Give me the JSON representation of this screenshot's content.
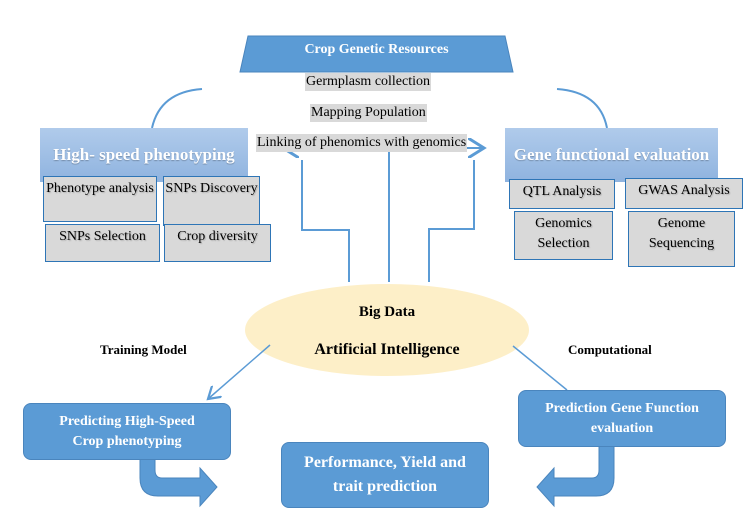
{
  "top": {
    "title": "Crop Genetic Resources",
    "items": [
      "Germplasm collection",
      "Mapping Population",
      "Linking of phenomics with genomics"
    ]
  },
  "left": {
    "title": "High- speed phenotyping",
    "boxes": [
      "Phenotype analysis",
      "SNPs Discovery",
      "SNPs Selection",
      "Crop diversity"
    ]
  },
  "right": {
    "title": "Gene functional evaluation",
    "boxes": [
      "QTL Analysis",
      "GWAS Analysis",
      "Genomics Selection",
      "Genome Sequencing"
    ]
  },
  "center": {
    "line1": "Big Data",
    "line2": "Artificial Intelligence"
  },
  "labels": {
    "left": "Training Model",
    "right": "Computational"
  },
  "outputs": {
    "left": "Predicting High-Speed Crop phenotyping",
    "right": "Prediction Gene Function evaluation",
    "center": "Performance, Yield and trait prediction"
  },
  "colors": {
    "blue": "#5b9bd5",
    "ellipse": "#fdefc8",
    "grey": "#d9d9d9"
  }
}
